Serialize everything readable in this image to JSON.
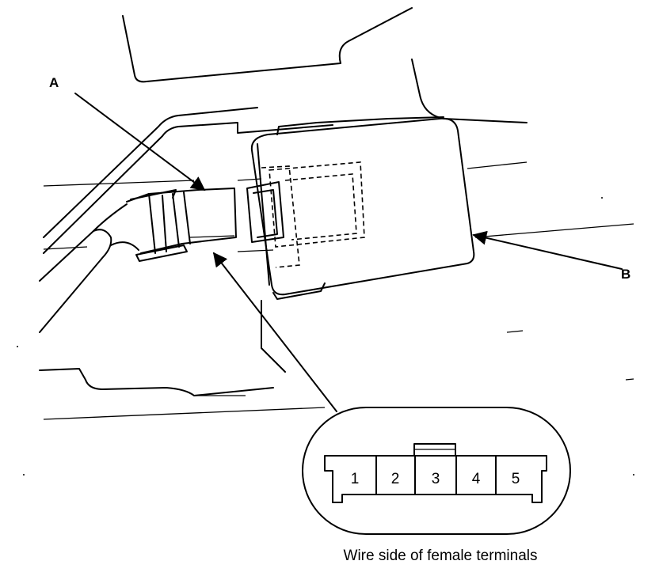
{
  "callouts": {
    "a": "A",
    "b": "B"
  },
  "connector_view": {
    "terminals": [
      "1",
      "2",
      "3",
      "4",
      "5"
    ],
    "caption": "Wire side of female terminals"
  }
}
